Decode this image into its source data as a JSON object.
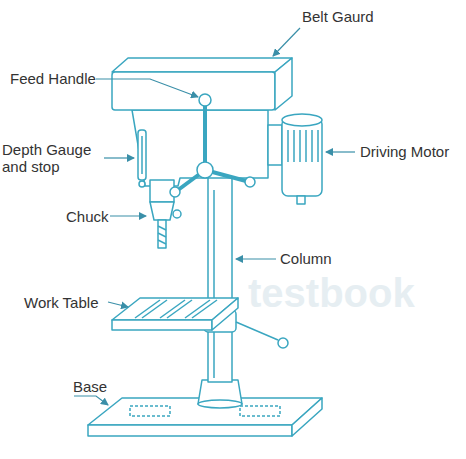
{
  "diagram": {
    "labels": [
      "Belt Gaurd",
      "Feed Handle",
      "Depth Gauge and stop",
      "Driving Motor",
      "Chuck",
      "Column",
      "Work Table",
      "Base",
      "testbook"
    ]
  }
}
